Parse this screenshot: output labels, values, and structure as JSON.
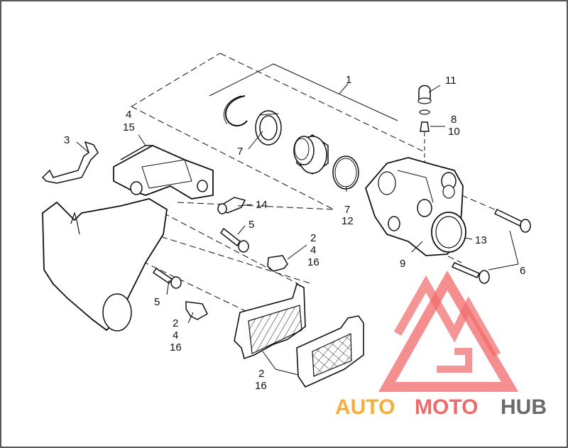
{
  "callouts": {
    "c1": "1",
    "c2a": "2",
    "c4a": "4",
    "c16a": "16",
    "c2b": "2",
    "c4b": "4",
    "c16b": "16",
    "c2c": "2",
    "c16c": "16",
    "c3": "3",
    "c4top": "4",
    "c15": "15",
    "c5a": "5",
    "c5b": "5",
    "c6": "6",
    "c7a": "7",
    "c7b": "7",
    "c12": "12",
    "c8": "8",
    "c10": "10",
    "c9": "9",
    "c11": "11",
    "c13": "13",
    "c14": "14"
  },
  "watermark": {
    "part1": "AUTO",
    "part2": "MOTO",
    "part3": "HUB",
    "colors": {
      "auto": "#f7a623",
      "moto": "#ee5b5b",
      "hub": "#5a5a5a",
      "triangle": "#f05a5a"
    }
  }
}
